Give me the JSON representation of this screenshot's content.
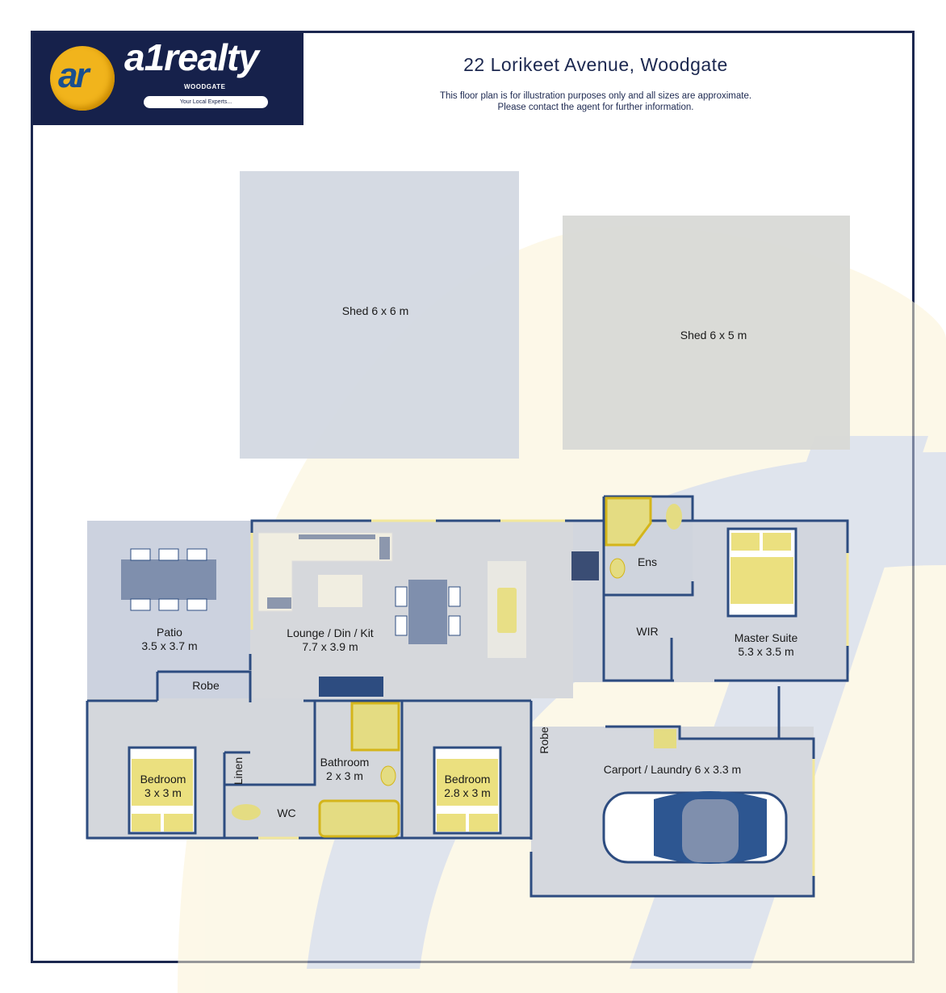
{
  "header": {
    "logo_brand": "a1realty",
    "logo_badge": "ar",
    "logo_location": "WOODGATE",
    "logo_tagline": "Your Local Experts...",
    "title": "22 Lorikeet Avenue, Woodgate",
    "disclaimer_line1": "This floor plan is for illustration purposes only and all sizes are approximate.",
    "disclaimer_line2": "Please contact the agent for further information."
  },
  "rooms": {
    "shed1": "Shed  6 x 6 m",
    "shed2": "Shed  6 x 5 m",
    "patio": {
      "name": "Patio",
      "size": "3.5 x 3.7 m"
    },
    "lounge": {
      "name": "Lounge / Din / Kit",
      "size": "7.7 x 3.9 m"
    },
    "robe1": "Robe",
    "bedroom1": {
      "name": "Bedroom",
      "size": "3 x 3 m"
    },
    "linen": "Linen",
    "wc": "WC",
    "bathroom": {
      "name": "Bathroom",
      "size": "2 x 3 m"
    },
    "bedroom2": {
      "name": "Bedroom",
      "size": "2.8 x 3 m"
    },
    "robe2": "Robe",
    "ens": "Ens",
    "wir": "WIR",
    "master": {
      "name": "Master Suite",
      "size": "5.3 x 3.5 m"
    },
    "carport": "Carport / Laundry 6 x 3.3 m"
  },
  "colors": {
    "navy": "#1c2850",
    "wall": "#2d4c80",
    "yellow": "#e9dc7c",
    "floor": "#d9d9d6",
    "blue_floor": "#c9d0de"
  }
}
